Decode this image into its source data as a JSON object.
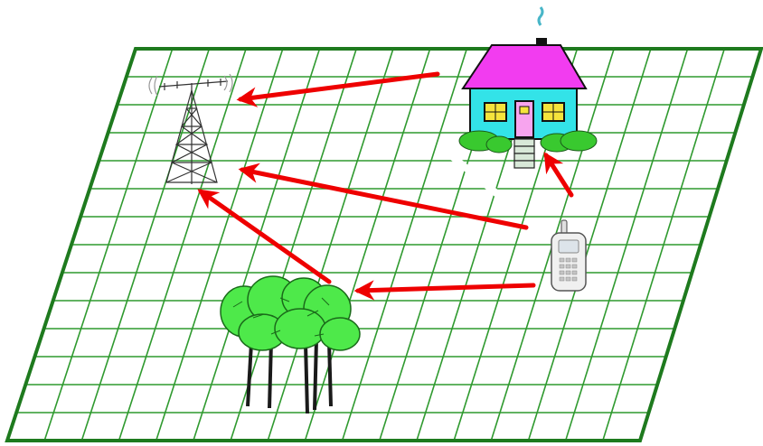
{
  "diagram": {
    "grid": {
      "columns": 17,
      "rows": 14
    },
    "colors": {
      "grid_line": "#2f9a2f",
      "grid_border": "#1e7a1e",
      "arrow": "#ee0000",
      "roof": "#f23cf0",
      "house_wall": "#33e3e8",
      "window": "#f5e43c",
      "bush": "#39c92f",
      "tree_canopy": "#4ee94a",
      "trunk": "#1a1a1a",
      "phone_body": "#f0f0f0",
      "tower": "#333333",
      "smoke": "#48b6c8"
    },
    "objects": [
      "transmitter-tower",
      "house",
      "mobile-phone",
      "trees"
    ],
    "signal_paths": [
      {
        "from": "house",
        "to": "transmitter-tower"
      },
      {
        "from": "mobile-phone",
        "to": "transmitter-tower"
      },
      {
        "from": "mobile-phone",
        "to": "house"
      },
      {
        "from": "mobile-phone",
        "to": "trees"
      },
      {
        "from": "trees",
        "to": "transmitter-tower"
      }
    ]
  }
}
